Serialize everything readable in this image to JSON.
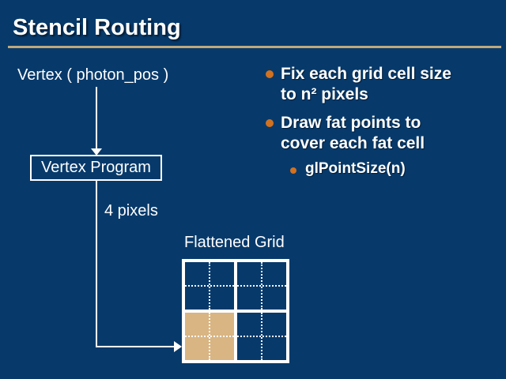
{
  "title": {
    "text": "Stencil Routing"
  },
  "flow": {
    "input_label": "Vertex ( photon_pos )",
    "program_box_label": "Vertex Program",
    "edge_label": "4 pixels",
    "grid_title": "Flattened Grid",
    "grid": {
      "rows": 2,
      "cols": 2,
      "subdivisions_per_cell": "2x2 dotted",
      "filled_cell": "bottom-left"
    }
  },
  "bullets": {
    "item1": {
      "line1": "Fix each grid cell size",
      "line2": "to n² pixels"
    },
    "item2": {
      "line1": "Draw fat points to",
      "line2": "cover each fat cell"
    },
    "sub1": {
      "text": "glPointSize(n)"
    }
  },
  "colors": {
    "background": "#073a6b",
    "title_rule": "#bfa87c",
    "bullet_accent": "#d2711f",
    "grid_filled_cell": "#d9b583",
    "text": "#ffffff",
    "diagram_lines": "#ffffff"
  }
}
